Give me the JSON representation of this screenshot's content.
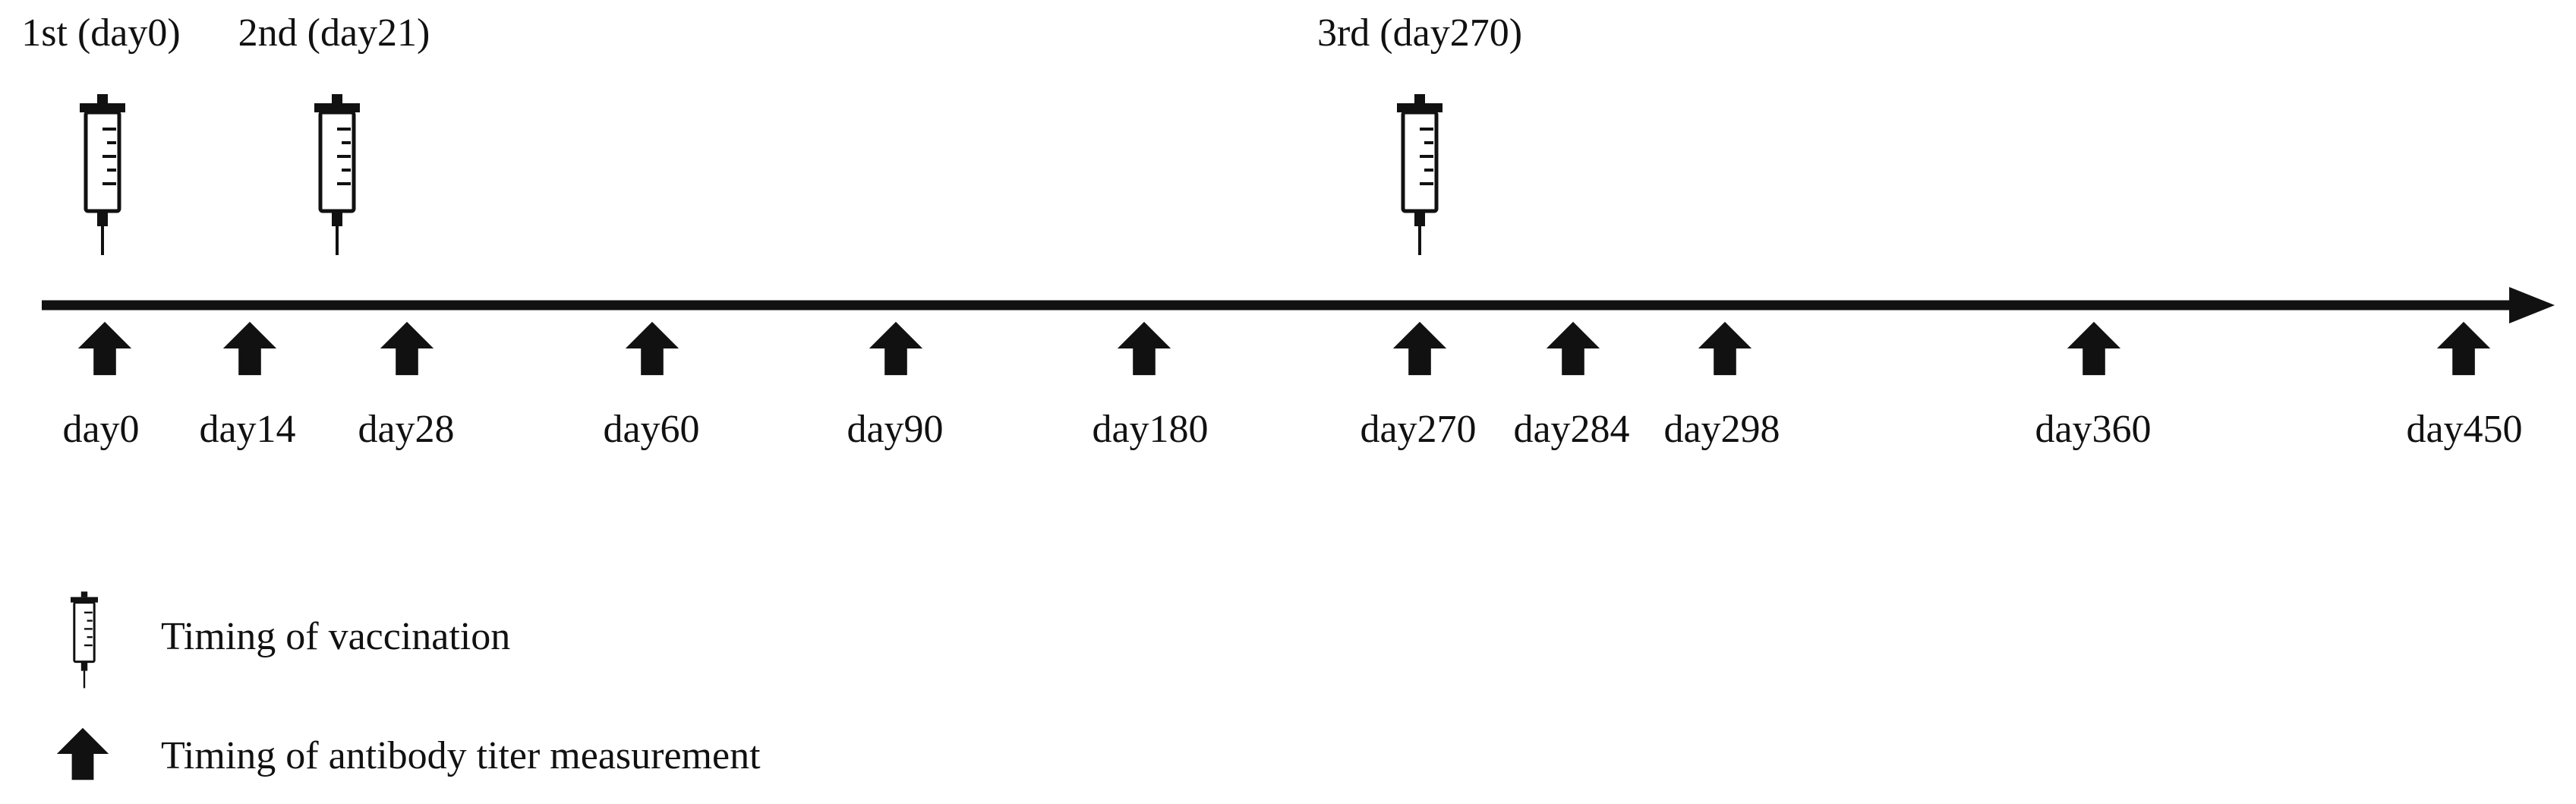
{
  "vaccinations": [
    {
      "label": "1st (day0)",
      "day": 0
    },
    {
      "label": "2nd (day21)",
      "day": 21
    },
    {
      "label": "3rd (day270)",
      "day": 270
    }
  ],
  "measurements": [
    {
      "label": "day0",
      "day": 0
    },
    {
      "label": "day14",
      "day": 14
    },
    {
      "label": "day28",
      "day": 28
    },
    {
      "label": "day60",
      "day": 60
    },
    {
      "label": "day90",
      "day": 90
    },
    {
      "label": "day180",
      "day": 180
    },
    {
      "label": "day270",
      "day": 270
    },
    {
      "label": "day284",
      "day": 284
    },
    {
      "label": "day298",
      "day": 298
    },
    {
      "label": "day360",
      "day": 360
    },
    {
      "label": "day450",
      "day": 450
    }
  ],
  "legend": {
    "vaccination_label": "Timing of vaccination",
    "measurement_label": "Timing of antibody titer measurement"
  },
  "icons": {
    "vaccination": "syringe-icon",
    "measurement": "up-arrow-icon"
  },
  "colors": {
    "ink": "#111111"
  }
}
